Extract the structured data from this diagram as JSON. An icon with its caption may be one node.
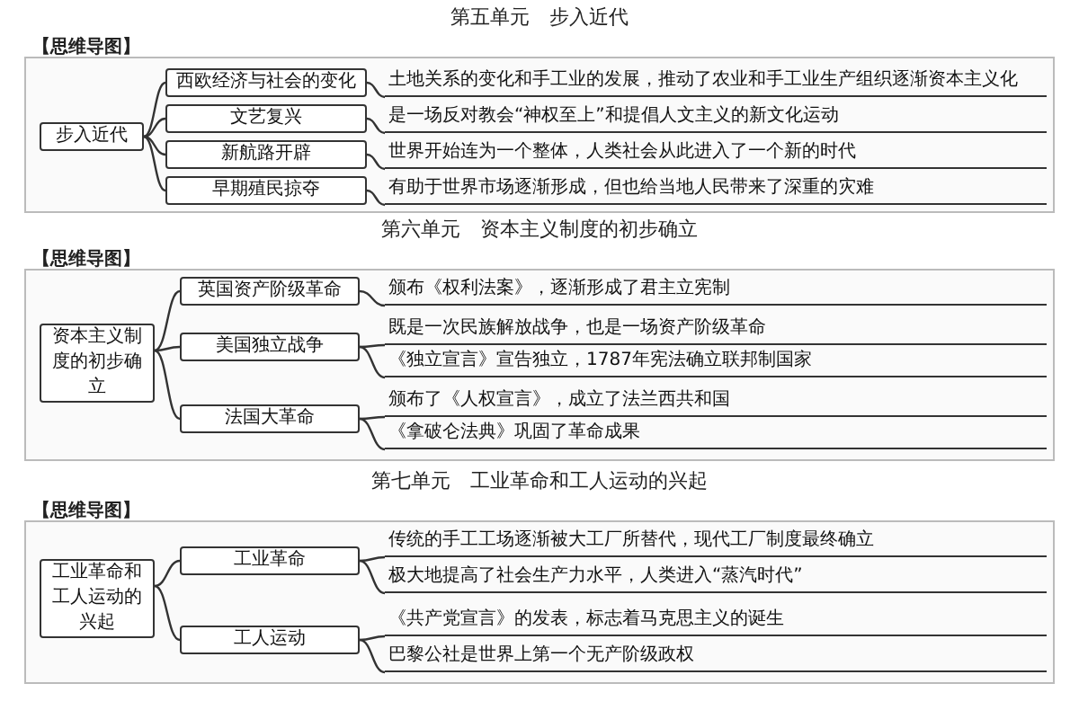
{
  "diagram": {
    "nodes": [
      {
        "text": [
          "步入近代"
        ]
      },
      {
        "text": [
          "西欧经济与社会的变化"
        ]
      },
      {
        "text": [
          "土地关系的变化和手工业的发展，推动了农业和手工业生产组织逐渐资本主义化"
        ]
      },
      {
        "text": [
          "文艺复兴"
        ]
      },
      {
        "text": [
          "是一场反对教会“神权至上”和提倡人文主义的新文化运动"
        ]
      },
      {
        "text": [
          "新航路开辟"
        ]
      },
      {
        "text": [
          "世界开始连为一个整体，人类社会从此进入了一个新的时代"
        ]
      },
      {
        "text": [
          "早期殖民掠夺"
        ]
      },
      {
        "text": [
          "有助于世界市场逐渐形成，但也给当地人民带来了深重的灾难"
        ]
      },
      {
        "text": [
          "资本主义制度的初步确立"
        ]
      },
      {
        "text": [
          "英国资产阶级革命"
        ]
      },
      {
        "text": [
          "颁布《权利法案》，逐渐形成了君主立宪制"
        ]
      },
      {
        "text": [
          "美国独立战争"
        ]
      },
      {
        "text": [
          "既是一次民族解放战争，也是一场资产阶级革命"
        ]
      },
      {
        "text": [
          "《独立宣言》宣告独立，1787年宪法确立联邦制国家"
        ]
      },
      {
        "text": [
          "法国大革命"
        ]
      },
      {
        "text": [
          "颁布了《人权宣言》，成立了法兰西共和国"
        ]
      },
      {
        "text": [
          "《拿破仑法典》巩固了革命成果"
        ]
      },
      {
        "text": [
          "工业革命和工人运动的兴起"
        ]
      },
      {
        "text": [
          "工业革命"
        ]
      },
      {
        "text": [
          "传统的手工工场逐渐被大工厂所替代，现代工厂制度最终确立"
        ]
      },
      {
        "text": [
          "极大地提高了社会生产力水平，人类进入“蒸汽时代”"
        ]
      },
      {
        "text": [
          "工人运动"
        ]
      },
      {
        "text": [
          "《共产党宣言》的发表，标志着马克思主义的诞生"
        ]
      },
      {
        "text": [
          "巴黎公社是世界上第一个无产阶级政权"
        ]
      }
    ],
    "edges": [
      {
        "from": 0,
        "to": 1,
        "arrow": "none"
      },
      {
        "from": 1,
        "to": 2,
        "arrow": "none"
      },
      {
        "from": 0,
        "to": 3,
        "arrow": "none"
      },
      {
        "from": 3,
        "to": 4,
        "arrow": "none"
      },
      {
        "from": 0,
        "to": 5,
        "arrow": "none"
      },
      {
        "from": 5,
        "to": 6,
        "arrow": "none"
      },
      {
        "from": 0,
        "to": 7,
        "arrow": "none"
      },
      {
        "from": 7,
        "to": 8,
        "arrow": "none"
      },
      {
        "from": 9,
        "to": 10,
        "arrow": "none"
      },
      {
        "from": 10,
        "to": 11,
        "arrow": "none"
      },
      {
        "from": 9,
        "to": 12,
        "arrow": "none"
      },
      {
        "from": 12,
        "to": 13,
        "arrow": "none"
      },
      {
        "from": 12,
        "to": 14,
        "arrow": "none"
      },
      {
        "from": 9,
        "to": 15,
        "arrow": "none"
      },
      {
        "from": 15,
        "to": 16,
        "arrow": "none"
      },
      {
        "from": 15,
        "to": 17,
        "arrow": "none"
      },
      {
        "from": 18,
        "to": 19,
        "arrow": "none"
      },
      {
        "from": 19,
        "to": 20,
        "arrow": "none"
      },
      {
        "from": 19,
        "to": 21,
        "arrow": "none"
      },
      {
        "from": 18,
        "to": 22,
        "arrow": "none"
      },
      {
        "from": 22,
        "to": 23,
        "arrow": "none"
      },
      {
        "from": 22,
        "to": 24,
        "arrow": "none"
      }
    ],
    "labels": [
      "第五单元　步入近代",
      "【思维导图】",
      "第六单元　资本主义制度的初步确立",
      "【思维导图】",
      "第七单元　工业革命和工人运动的兴起",
      "【思维导图】"
    ]
  }
}
